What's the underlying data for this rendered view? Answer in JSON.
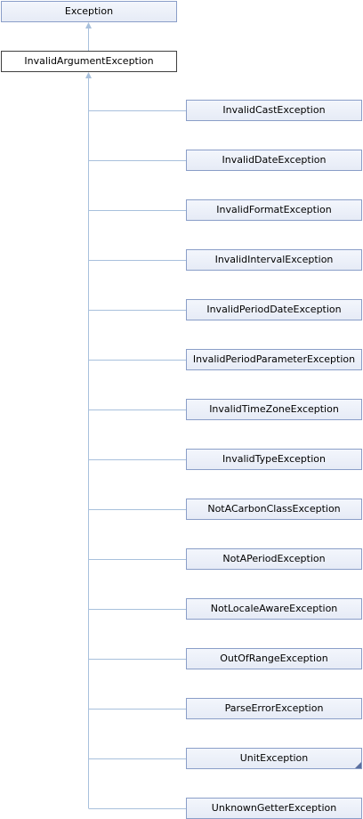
{
  "root": {
    "label": "Exception"
  },
  "current": {
    "label": "InvalidArgumentException"
  },
  "children": [
    {
      "label": "InvalidCastException"
    },
    {
      "label": "InvalidDateException"
    },
    {
      "label": "InvalidFormatException"
    },
    {
      "label": "InvalidIntervalException"
    },
    {
      "label": "InvalidPeriodDateException"
    },
    {
      "label": "InvalidPeriodParameterException"
    },
    {
      "label": "InvalidTimeZoneException"
    },
    {
      "label": "InvalidTypeException"
    },
    {
      "label": "NotACarbonClassException"
    },
    {
      "label": "NotAPeriodException"
    },
    {
      "label": "NotLocaleAwareException"
    },
    {
      "label": "OutOfRangeException"
    },
    {
      "label": "ParseErrorException"
    },
    {
      "label": "UnitException",
      "has_children": true
    },
    {
      "label": "UnknownGetterException"
    }
  ],
  "colors": {
    "edge": "#a8c0dc",
    "node_border": "#8a9ec8",
    "current_border": "#404040"
  }
}
